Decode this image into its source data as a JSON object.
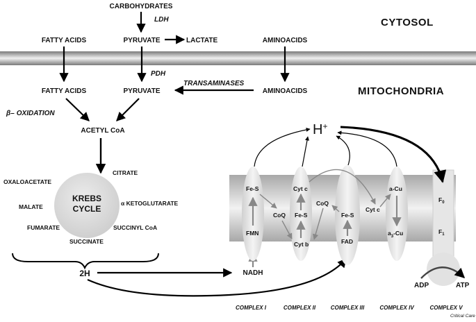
{
  "regions": {
    "cytosol": "CYTOSOL",
    "mitochondria": "MITOCHONDRIA"
  },
  "cytosol": {
    "carbohydrates": "CARBOHYDRATES",
    "ldh": "LDH",
    "fatty_acids": "FATTY ACIDS",
    "pyruvate": "PYRUVATE",
    "lactate": "LACTATE",
    "aminoacids": "AMINOACIDS"
  },
  "mito": {
    "pdh": "PDH",
    "transaminases": "TRANSAMINASES",
    "fatty_acids": "FATTY ACIDS",
    "pyruvate": "PYRUVATE",
    "aminoacids": "AMINOACIDS",
    "beta_prefix": "β–",
    "oxidation": "OXIDATION",
    "acetyl_coa": "ACETYL CoA"
  },
  "krebs": {
    "line1": "KREBS",
    "line2": "CYCLE",
    "oxaloacetate": "OXALOACETATE",
    "citrate": "CITRATE",
    "malate": "MALATE",
    "a_ketoglutarate": "α KETOGLUTARATE",
    "fumarate": "FUMARATE",
    "succinyl_coa": "SUCCINYL CoA",
    "succinate": "SUCCINATE"
  },
  "etc": {
    "two_h": "2H",
    "nadh": "NADH",
    "h_plus": "H",
    "h_plus_sup": "+",
    "fe_s": "Fe-S",
    "fmn": "FMN",
    "coq": "CoQ",
    "cyt_c": "Cyt c",
    "cyt_b": "Cyt b",
    "fad": "FAD",
    "a_cu": "a-Cu",
    "a3_prefix": "a",
    "a3_sub": "3",
    "a3_suffix": "-Cu",
    "f_letter": "F",
    "f0_sub": "0",
    "f1_sub": "1",
    "adp": "ADP",
    "atp": "ATP"
  },
  "complexes": [
    "COMPLEX I",
    "COMPLEX II",
    "COMPLEX III",
    "COMPLEX IV",
    "COMPLEX V"
  ],
  "credit": "Critical Care",
  "colors": {
    "membrane_dark": "#8c8c8c",
    "membrane_light": "#f2f2f2",
    "circle": "#d6d6d6",
    "ellipse": "#e4e4e4",
    "arrow": "#000000",
    "gray_arrow": "#888888"
  }
}
